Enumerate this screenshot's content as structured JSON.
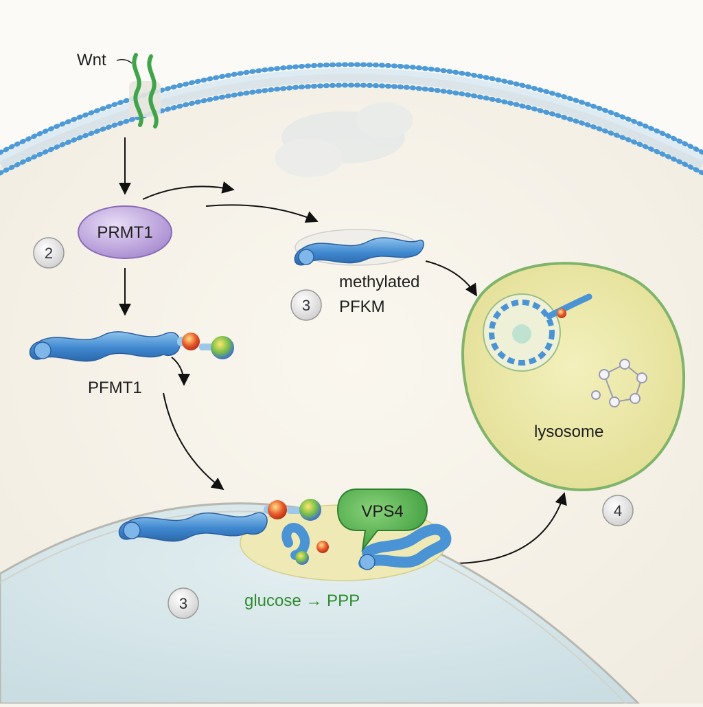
{
  "labels": {
    "ligand": "Wnt",
    "enzyme": "PRMT1",
    "complex": "PFMT1",
    "methylated_line1": "methylated",
    "methylated_line2": "PFKM",
    "organelle": "lysosome",
    "escrt": "VPS4",
    "metabolism": "glucose → PPP"
  },
  "steps": {
    "step_enzyme": "2",
    "step_methylated": "3",
    "step_nucleus": "3",
    "step_lysosome": "4"
  },
  "colors": {
    "membrane": "#4d9ad8",
    "enzyme_fill": "#b79bd8",
    "protein": "#4a93d4",
    "lysosome_fill": "#ece8a6",
    "lysosome_rim": "#7fb46a",
    "escrt_fill": "#4caa4c",
    "nucleus_fill": "#d7e7ea",
    "metabolism_text": "#2e8b2e"
  }
}
